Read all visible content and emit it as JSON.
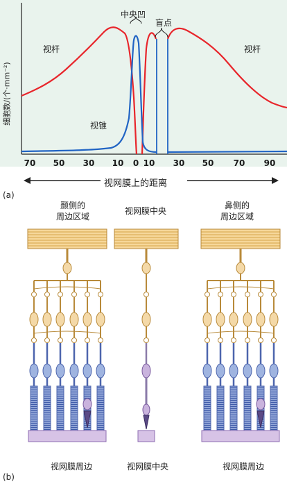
{
  "panel_a": {
    "y_axis_label": "细胞数/(个·mm⁻²)",
    "x_axis_label": "视网膜上的距离",
    "fovea_label": "中央凹",
    "blind_spot_label": "盲点",
    "rod_label_left": "视杆",
    "rod_label_right": "视杆",
    "cone_label": "视锥",
    "x_ticks": [
      "70",
      "50",
      "30",
      "10",
      "0",
      "10",
      "30",
      "50",
      "70",
      "90"
    ],
    "panel_label": "(a)",
    "colors": {
      "rods": "#e8252b",
      "cones": "#2164c4"
    }
  },
  "panel_b": {
    "panel_label": "(b)",
    "columns": [
      {
        "title_line1": "颞侧的",
        "title_line2": "周边区域",
        "bottom_label": "视网膜周边"
      },
      {
        "title_line1": "视网膜中央",
        "title_line2": "",
        "bottom_label": "视网膜中央"
      },
      {
        "title_line1": "鼻侧的",
        "title_line2": "周边区域",
        "bottom_label": "视网膜周边"
      }
    ]
  }
}
